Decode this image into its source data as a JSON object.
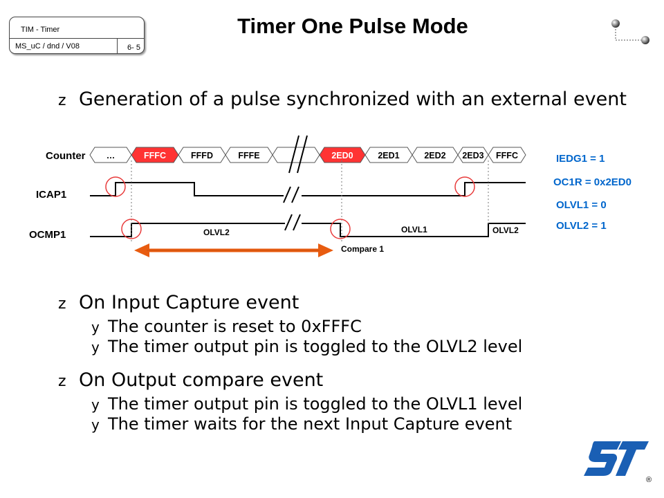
{
  "header": {
    "topic": "TIM - Timer",
    "code": "MS_uC / dnd / V08",
    "page": "6- 5"
  },
  "title": "Timer One Pulse Mode",
  "intro_bullet": "Generation of a pulse synchronized with an external event",
  "diagram": {
    "row_labels": {
      "counter": "Counter",
      "icap": "ICAP1",
      "ocmp": "OCMP1"
    },
    "counter_cells": [
      "…",
      "FFFC",
      "FFFD",
      "FFFE",
      "",
      "2ED0",
      "2ED1",
      "2ED2",
      "2ED3",
      "FFFC"
    ],
    "highlight_color": "#ff3333",
    "ocmp_labels": {
      "olvl2_left": "OLVL2",
      "olvl1": "OLVL1",
      "olvl2_right": "OLVL2"
    },
    "compare_label": "Compare 1",
    "settings": [
      "IEDG1 = 1",
      "OC1R = 0x2ED0",
      "OLVL1 = 0",
      "OLVL2 = 1"
    ],
    "settings_color": "#0066cc",
    "arrow_color": "#e85c10"
  },
  "sections": [
    {
      "heading": "On Input Capture event",
      "items": [
        "The counter is reset to 0xFFFC",
        "The timer output pin is toggled to the OLVL2 level"
      ]
    },
    {
      "heading": "On Output compare event",
      "items": [
        "The timer output pin is toggled to the OLVL1 level",
        "The timer waits for the next Input Capture event"
      ]
    }
  ],
  "footer": {
    "registered": "®"
  },
  "logo_icon": "st-logo-icon"
}
